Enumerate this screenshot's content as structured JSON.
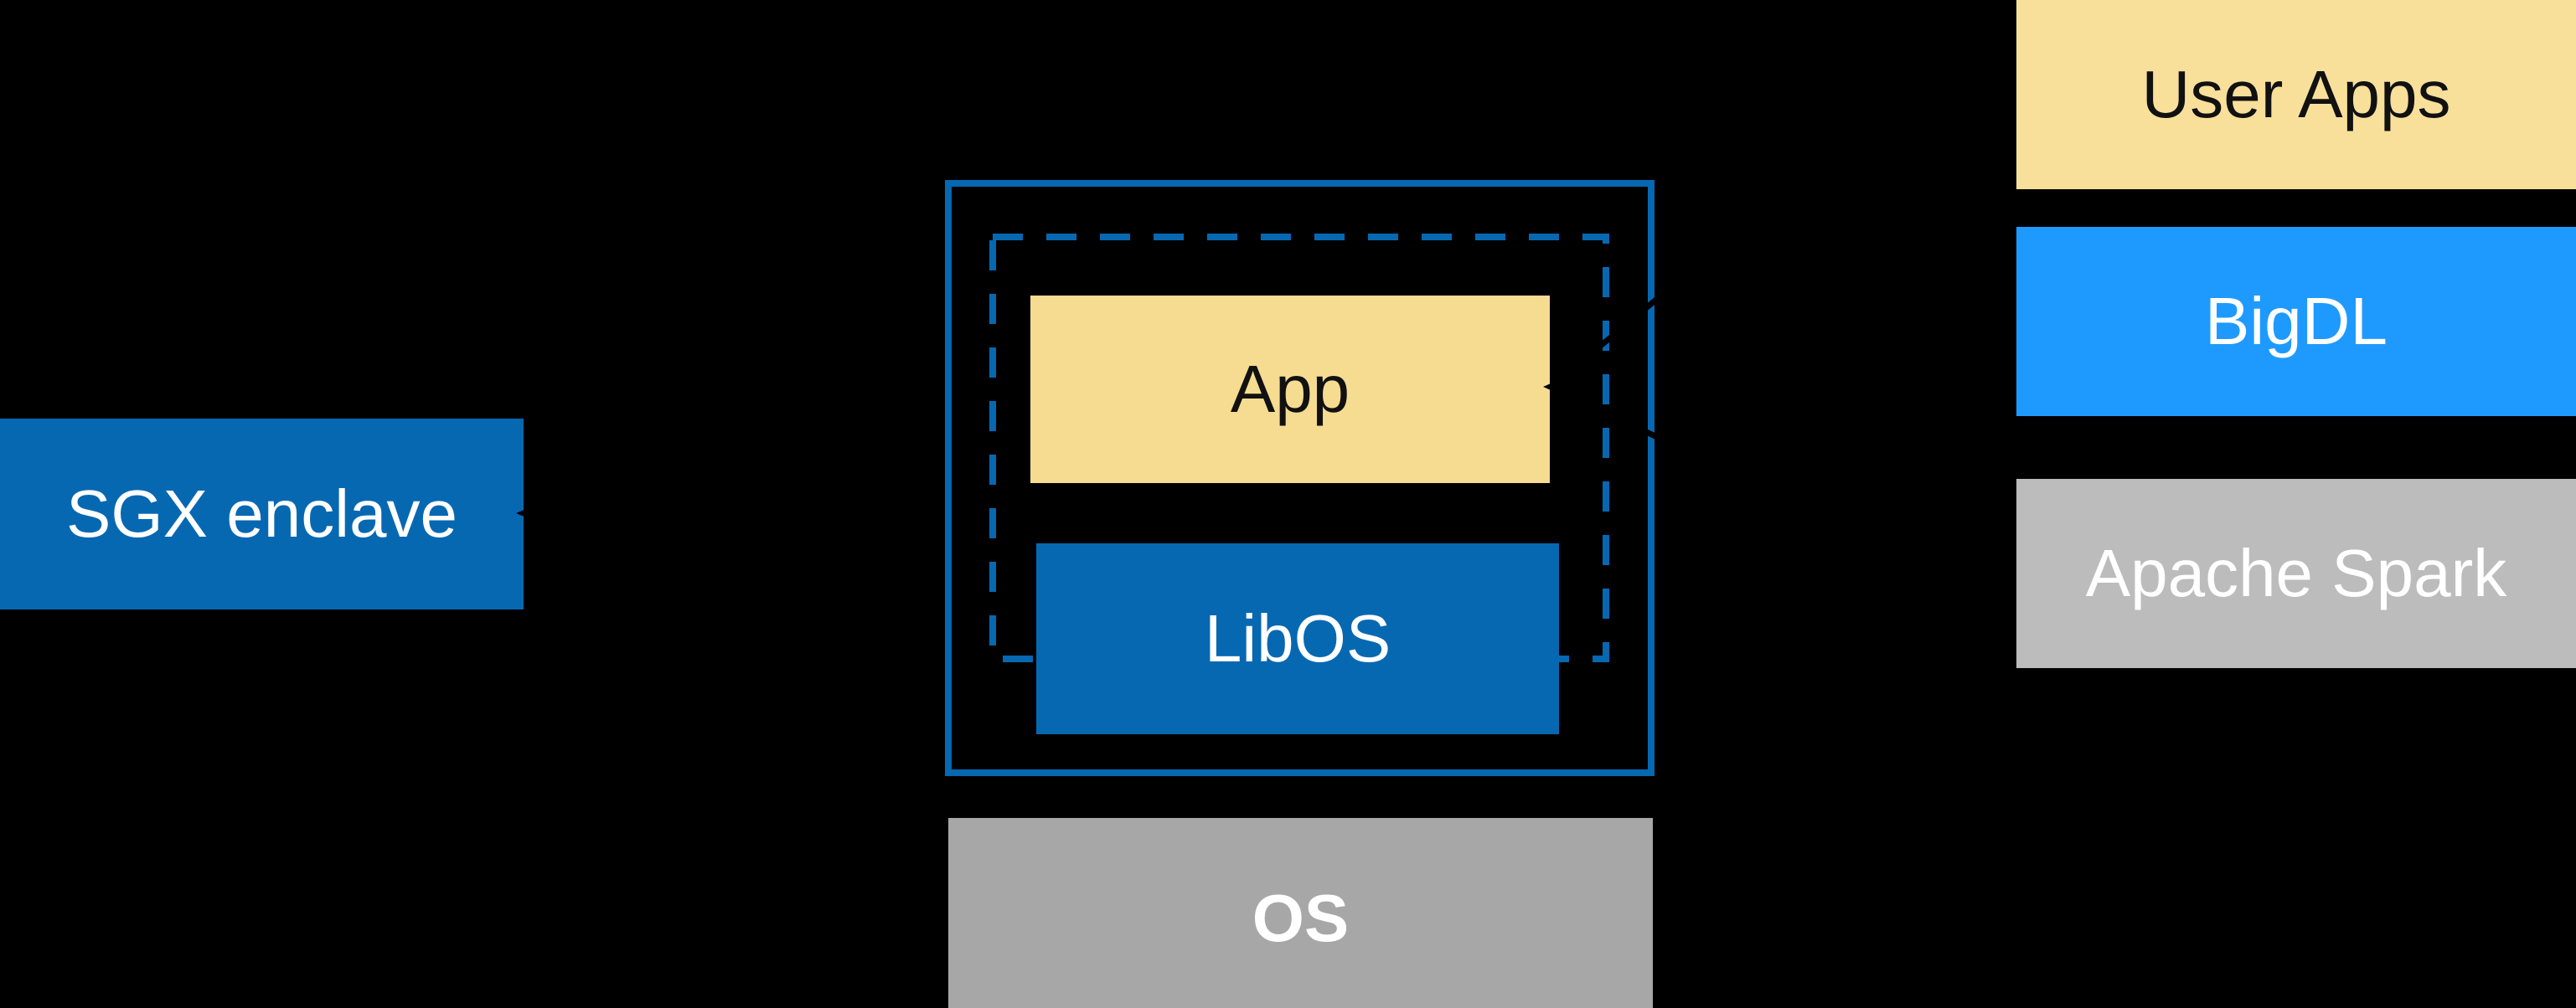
{
  "diagram": {
    "description_visible_elements": "SGX enclave stack diagram",
    "boxes": {
      "sgx_enclave": {
        "label": "SGX enclave"
      },
      "app": {
        "label": "App"
      },
      "libos": {
        "label": "LibOS"
      },
      "os": {
        "label": "OS"
      },
      "user_apps": {
        "label": "User Apps"
      },
      "bigdl": {
        "label": "BigDL"
      },
      "apache_spark": {
        "label": "Apache Spark"
      }
    },
    "icons": {
      "arrow_to_sgx": "left-arrowhead-icon",
      "arrow_to_app": "left-arrowhead-icon"
    },
    "colors": {
      "background": "#000000",
      "intel_blue": "#0768B2",
      "border_blue": "#0768B2",
      "bright_blue": "#1E9AFF",
      "app_yellow": "#F6DC90",
      "user_apps_yellow": "#F8E09B",
      "spark_gray": "#BCBCBC",
      "os_gray": "#A7A7A7",
      "arrow_black": "#000000",
      "text_light": "#FFFFFF",
      "text_dark": "#111111"
    }
  }
}
